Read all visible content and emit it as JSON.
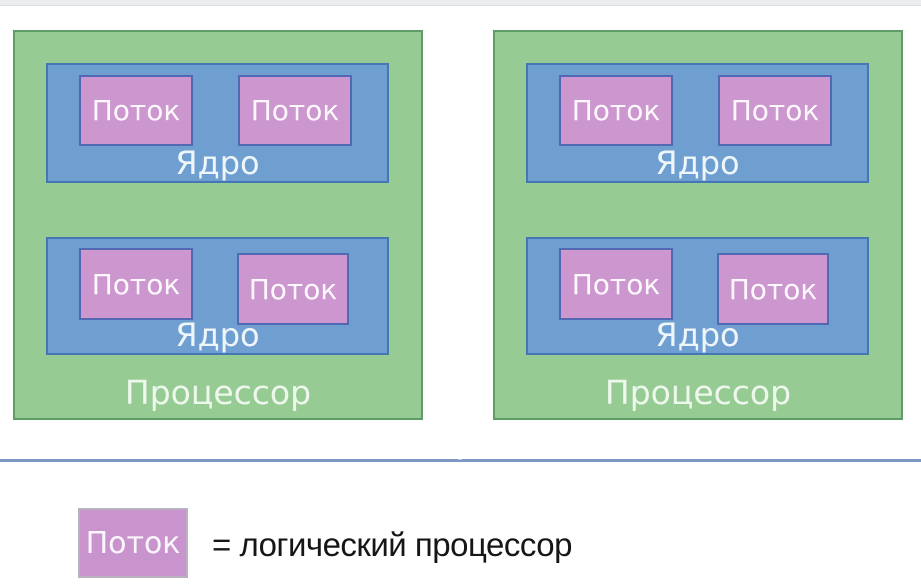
{
  "processors": [
    {
      "label": "Процессор",
      "cores": [
        {
          "label": "Ядро",
          "threads": [
            {
              "label": "Поток"
            },
            {
              "label": "Поток"
            }
          ]
        },
        {
          "label": "Ядро",
          "threads": [
            {
              "label": "Поток"
            },
            {
              "label": "Поток"
            }
          ]
        }
      ]
    },
    {
      "label": "Процессор",
      "cores": [
        {
          "label": "Ядро",
          "threads": [
            {
              "label": "Поток"
            },
            {
              "label": "Поток"
            }
          ]
        },
        {
          "label": "Ядро",
          "threads": [
            {
              "label": "Поток"
            },
            {
              "label": "Поток"
            }
          ]
        }
      ]
    }
  ],
  "legend": {
    "swatch_label": "Поток",
    "equals_text": "= логический процессор"
  },
  "colors": {
    "processor_fill": "#96cb94",
    "processor_border": "#5f9d68",
    "core_fill": "#6f9fd0",
    "core_border": "#4477b4",
    "thread_fill": "#cc96ce",
    "thread_border": "#5069b2",
    "divider_line": "#7e96c6",
    "legend_swatch_fill": "#c994ce",
    "legend_swatch_border": "#b9b0c0",
    "label_text": "#ffffff",
    "legend_text": "#161616"
  }
}
